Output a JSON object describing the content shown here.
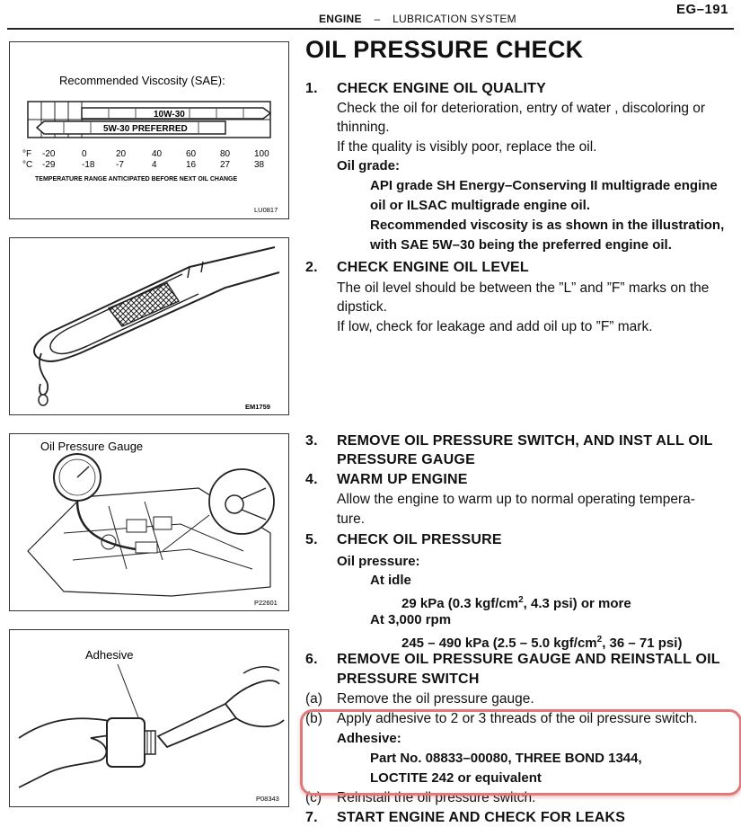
{
  "header": {
    "section": "ENGINE",
    "dash": "–",
    "subsection": "LUBRICATION SYSTEM",
    "page_code": "EG–191"
  },
  "title": "OIL PRESSURE CHECK",
  "figures": {
    "viscosity": {
      "title": "Recommended Viscosity (SAE):",
      "band1": "10W-30",
      "band2": "5W-30 PREFERRED",
      "f_label": "°F",
      "c_label": "°C",
      "f_ticks": [
        "-20",
        "0",
        "20",
        "40",
        "60",
        "80",
        "100"
      ],
      "c_ticks": [
        "-29",
        "-18",
        "-7",
        "4",
        "16",
        "27",
        "38"
      ],
      "caption": "TEMPERATURE RANGE ANTICIPATED BEFORE NEXT OIL CHANGE",
      "code": "LU0817"
    },
    "dipstick": {
      "code": "EM1759"
    },
    "gauge": {
      "label": "Oil Pressure Gauge",
      "code": "P22601"
    },
    "adhesive": {
      "label": "Adhesive",
      "code": "P08343"
    }
  },
  "steps": {
    "s1": {
      "num": "1.",
      "heading": "CHECK ENGINE OIL QUALITY",
      "line1": "Check the oil for deterioration, entry of water , discoloring or",
      "line2": "thinning.",
      "line3": "If the quality is visibly poor, replace the oil.",
      "grade_label": "Oil grade:",
      "grade1": "API grade SH Energy–Conserving II multigrade engine",
      "grade2": "oil or ILSAC multigrade engine oil.",
      "grade3": "Recommended viscosity is as shown in the illustration,",
      "grade4": "with SAE 5W–30 being the preferred engine oil."
    },
    "s2": {
      "num": "2.",
      "heading": "CHECK ENGINE OIL LEVEL",
      "line1": "The oil level should be between the ”L” and ”F” marks on the",
      "line2": "dipstick.",
      "line3": "If low, check for leakage and add oil up to ”F” mark."
    },
    "s3": {
      "num": "3.",
      "heading1": "REMOVE  OIL PRESSURE SWITCH, AND INST  ALL OIL",
      "heading2": "PRESSURE GAUGE"
    },
    "s4": {
      "num": "4.",
      "heading": "WARM UP ENGINE",
      "line1": "Allow the engine to warm up to normal operating tempera-",
      "line2": "ture."
    },
    "s5": {
      "num": "5.",
      "heading": "CHECK OIL PRESSURE",
      "label": "Oil pressure:",
      "idle_label": "At idle",
      "idle_a": "29 kPa (0.3 kgf/cm",
      "idle_sup": "2",
      "idle_b": ", 4.3 psi) or more",
      "rpm_label": "At 3,000 rpm",
      "rpm_a": "245 – 490 kPa (2.5 – 5.0 kgf/cm",
      "rpm_sup": "2",
      "rpm_b": ", 36 – 71 psi)"
    },
    "s6": {
      "num": "6.",
      "heading1": "REMOVE OIL PRESSURE GAUGE AND REINSTALL OIL",
      "heading2": "PRESSURE SWITCH",
      "a_lbl": "(a)",
      "a_txt": "Remove the oil pressure gauge.",
      "b_lbl": "(b)",
      "b_txt": "Apply adhesive to 2 or 3 threads of the oil pressure switch.",
      "adh_label": "Adhesive:",
      "adh1": "Part No. 08833–00080, THREE BOND 1344,",
      "adh2": "LOCTITE 242 or equivalent",
      "c_lbl": "(c)",
      "c_txt": "Reinstall the oil pressure switch."
    },
    "s7": {
      "num": "7.",
      "heading": "START ENGINE AND CHECK FOR LEAKS"
    }
  },
  "colors": {
    "highlight": "#e07a7a",
    "ink": "#111111"
  }
}
